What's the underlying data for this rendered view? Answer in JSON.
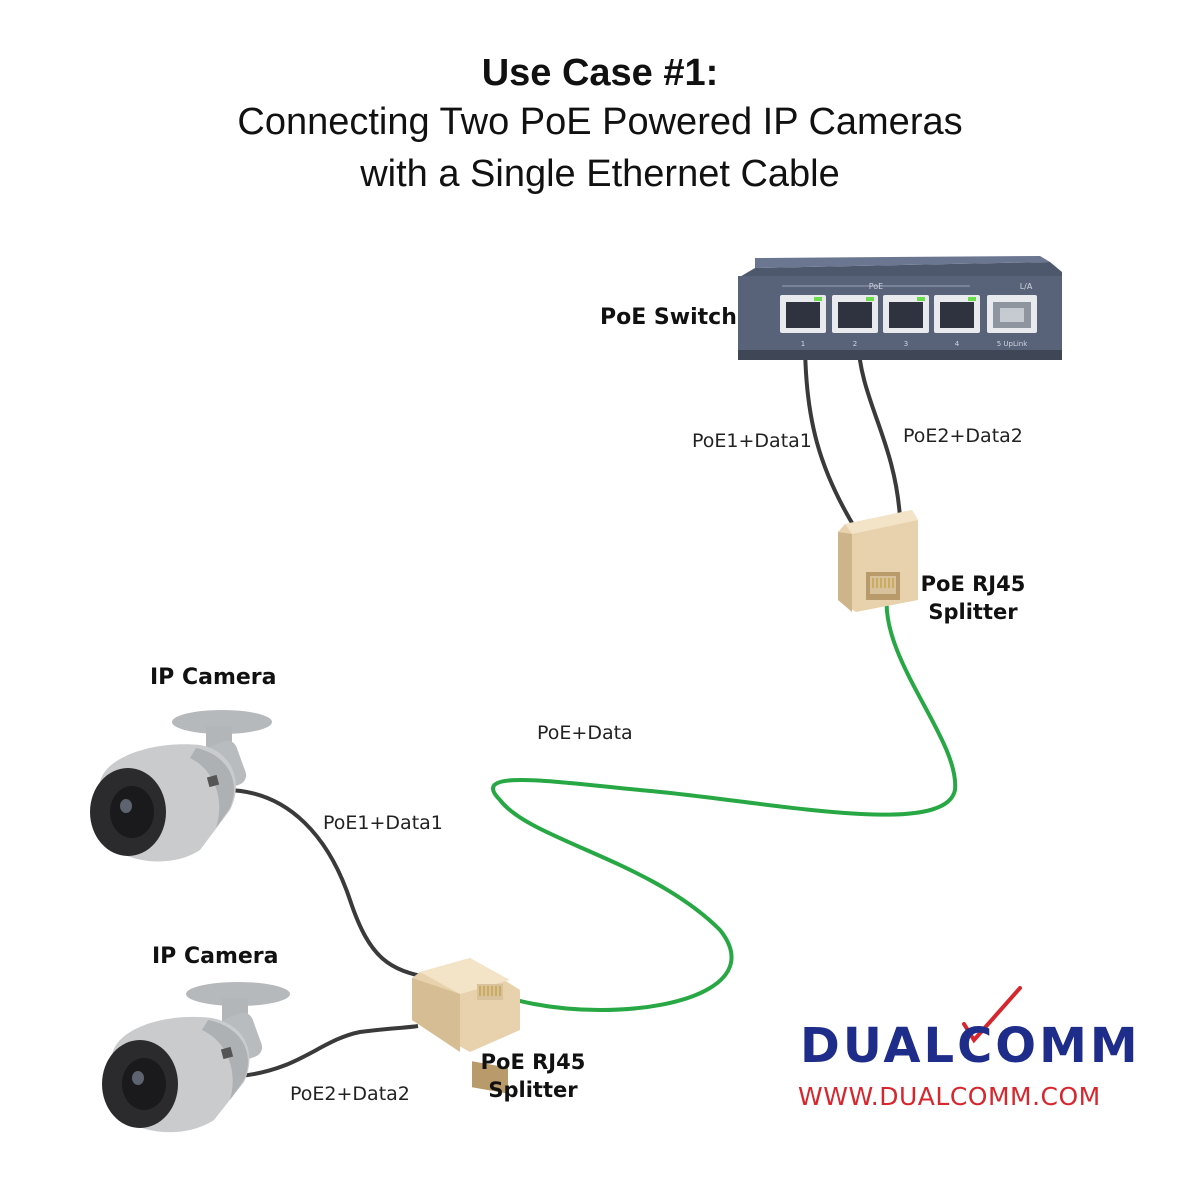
{
  "title": {
    "line1": "Use Case #1:",
    "line2": "Connecting Two PoE Powered IP Cameras",
    "line3": "with a Single Ethernet Cable"
  },
  "labels": {
    "poe_switch": "PoE Switch",
    "cable_top_left": "PoE1+Data1",
    "cable_top_right": "PoE2+Data2",
    "splitter_top_line1": "PoE RJ45",
    "splitter_top_line2": "Splitter",
    "camera1": "IP Camera",
    "camera2": "IP Camera",
    "cable_main": "PoE+Data",
    "cable_cam1": "PoE1+Data1",
    "cable_cam2": "PoE2+Data2",
    "splitter_bottom_line1": "PoE RJ45",
    "splitter_bottom_line2": "Splitter"
  },
  "switch": {
    "poe_header": "PoE",
    "la_label": "L/A",
    "port_numbers": [
      "1",
      "2",
      "3",
      "4"
    ],
    "uplink_label": "5 UpLink"
  },
  "brand": {
    "name": "DUALCOMM",
    "url": "WWW.DUALCOMM.COM"
  },
  "colors": {
    "switch_body": "#58637a",
    "cable_dark": "#3a3a3a",
    "cable_green": "#27a844",
    "splitter": "#e8d2ad",
    "camera": "#c9cbcd",
    "brand_blue": "#1f2d8a",
    "brand_red": "#d7262d"
  }
}
